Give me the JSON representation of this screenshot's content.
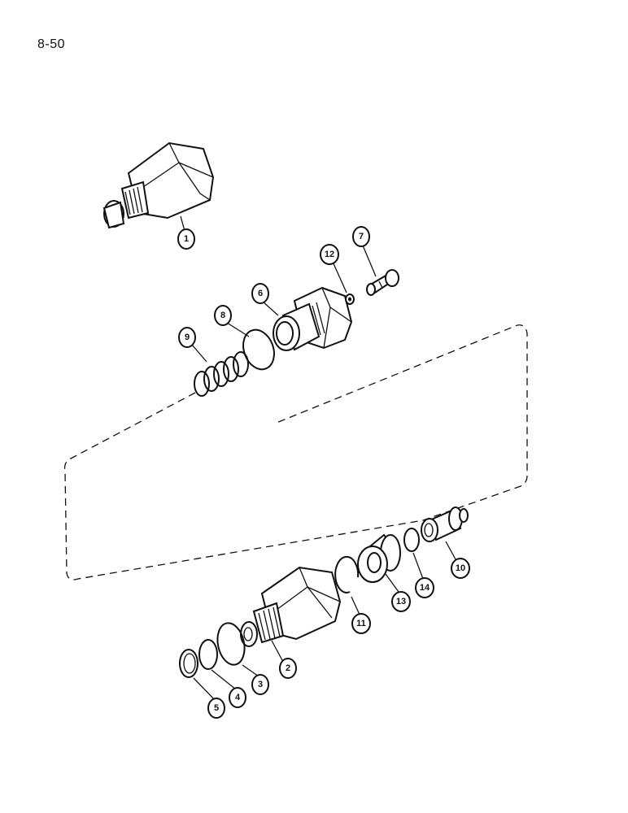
{
  "page_number": "8-50",
  "callouts": [
    {
      "id": "c1",
      "label": "1"
    },
    {
      "id": "c2",
      "label": "2"
    },
    {
      "id": "c3",
      "label": "3"
    },
    {
      "id": "c4",
      "label": "4"
    },
    {
      "id": "c5",
      "label": "5"
    },
    {
      "id": "c6",
      "label": "6"
    },
    {
      "id": "c7",
      "label": "7"
    },
    {
      "id": "c8",
      "label": "8"
    },
    {
      "id": "c9",
      "label": "9"
    },
    {
      "id": "c10",
      "label": "10"
    },
    {
      "id": "c11",
      "label": "11"
    },
    {
      "id": "c12",
      "label": "12"
    },
    {
      "id": "c13",
      "label": "13"
    },
    {
      "id": "c14",
      "label": "14"
    }
  ]
}
